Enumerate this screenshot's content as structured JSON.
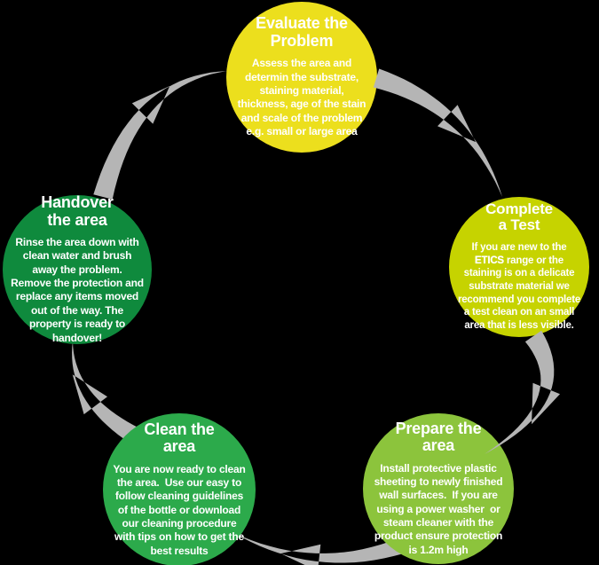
{
  "diagram": {
    "type": "cycle",
    "background_color": "#000000",
    "arrow_color": "#b5b5b5",
    "text_color": "#ffffff",
    "steps": [
      {
        "id": "evaluate-the-problem",
        "heading": "Evaluate the\nProblem",
        "body": "Assess the area and determin the substrate, staining material, thickness, age of the stain and scale of the problem e.g. small or large area",
        "circle_color": "#ecdf1d"
      },
      {
        "id": "complete-a-test",
        "heading": "Complete\na Test",
        "body_pre": "If you are new to the ",
        "body_bold": "ETICS",
        "body_post": " range or the staining is on a delicate substrate material we recommend you complete a test clean on an small area that is less visible.",
        "circle_color": "#c6d300"
      },
      {
        "id": "prepare-the-area",
        "heading": "Prepare the\narea",
        "body": "Install protective plastic sheeting to newly finished wall surfaces.  If you are using a power washer  or steam cleaner with the product ensure protection is 1.2m high",
        "circle_color": "#8cc43c"
      },
      {
        "id": "clean-the-area",
        "heading": "Clean the\narea",
        "body": "You are now ready to clean the area.  Use our easy to follow cleaning guidelines of the bottle or download our cleaning procedure with tips on how to get the best results",
        "circle_color": "#2caa4b"
      },
      {
        "id": "handover-the-area",
        "heading": "Handover\nthe area",
        "body": "Rinse the area down with clean water and brush away the problem.  Remove the protection and replace any items moved out of the way. The property is ready to handover!",
        "circle_color": "#0f8a3d"
      }
    ]
  }
}
